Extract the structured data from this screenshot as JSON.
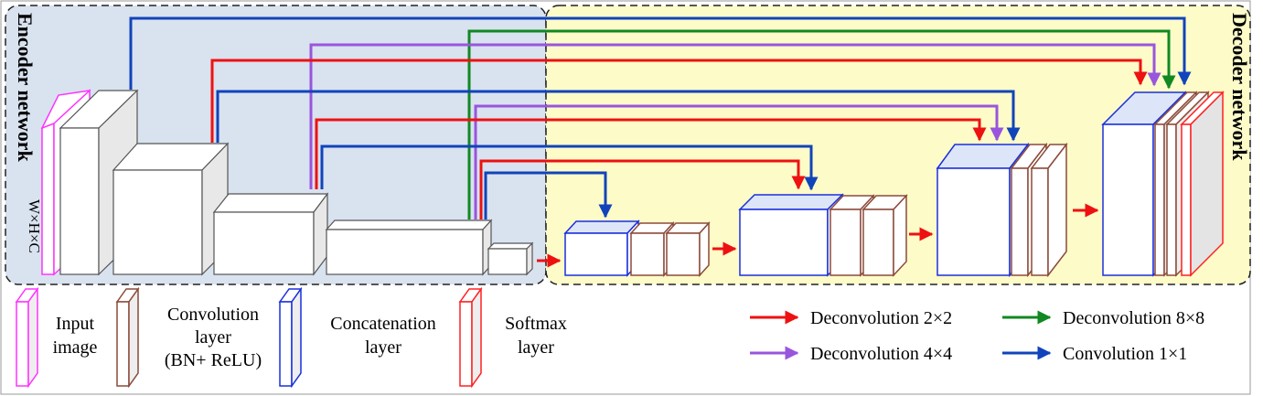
{
  "regions": {
    "encoder": {
      "label": "Encoder network"
    },
    "decoder": {
      "label": "Decoder network"
    }
  },
  "input_dim_label": "W×H×C",
  "colors": {
    "encoder_bg": "#d9e2ef",
    "decoder_bg": "#fdfbc8",
    "input": "#ff33ff",
    "conv": "#8b4a3a",
    "concat": "#1a2fdd",
    "softmax": "#ff2020",
    "deconv2": "#ee1111",
    "deconv4": "#9955dd",
    "deconv8": "#118822",
    "conv1": "#1144bb"
  },
  "block_legend": [
    {
      "kind": "input",
      "lines": [
        "Input",
        "image"
      ]
    },
    {
      "kind": "conv",
      "lines": [
        "Convolution",
        "layer",
        "(BN+ ReLU)"
      ]
    },
    {
      "kind": "concat",
      "lines": [
        "Concatenation",
        "layer"
      ]
    },
    {
      "kind": "softmax",
      "lines": [
        "Softmax",
        "layer"
      ]
    }
  ],
  "arrow_legend": [
    {
      "kind": "deconv2",
      "label": "Deconvolution 2×2"
    },
    {
      "kind": "deconv8",
      "label": "Deconvolution 8×8"
    },
    {
      "kind": "deconv4",
      "label": "Deconvolution 4×4"
    },
    {
      "kind": "conv1",
      "label": "Convolution 1×1"
    }
  ]
}
